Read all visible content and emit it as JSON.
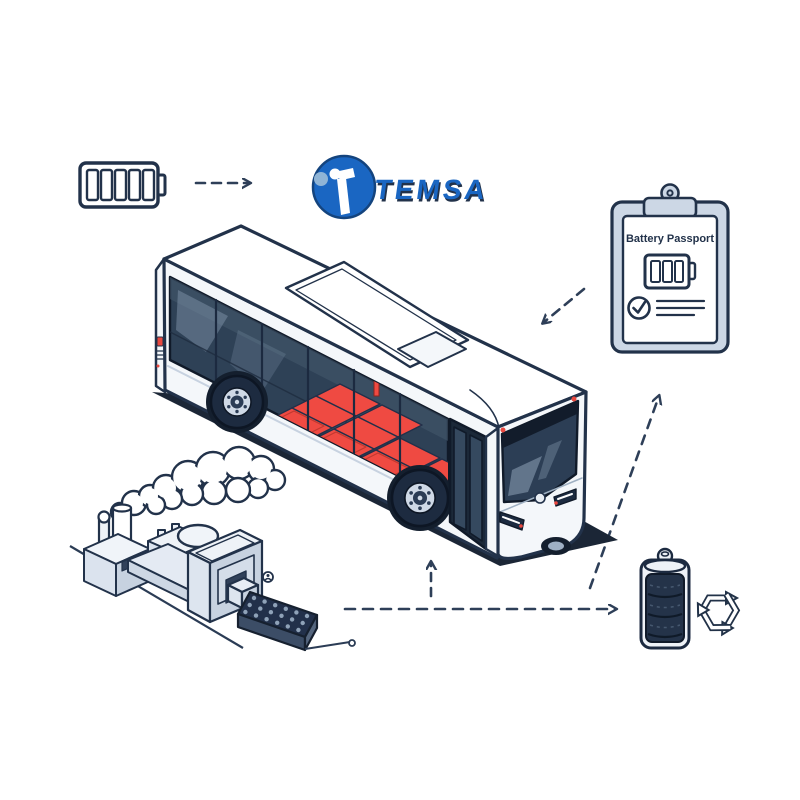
{
  "canvas": {
    "background": "#ffffff"
  },
  "colors": {
    "outline": "#22324a",
    "outline_dark": "#101a29",
    "panel": "#ccd7e5",
    "body": "#f4f7fa",
    "glass": "#2e4156",
    "battery_red": "#ef4a42",
    "temsa_blue": "#1a66c2",
    "dash": "#2e3f58",
    "accent_red": "#e8483f"
  },
  "temsa": {
    "wordmark": "TEMSA",
    "logo_icon": "temsa-globe-icon"
  },
  "clipboard": {
    "title": "Battery Passport",
    "icons": [
      "battery-icon",
      "check-circle-icon",
      "text-lines-icon"
    ]
  },
  "flow": {
    "nodes": [
      {
        "id": "battery-pack",
        "icon": "battery-pack-icon"
      },
      {
        "id": "temsa-brand",
        "icon": "temsa-logo"
      },
      {
        "id": "electric-bus",
        "icon": "electric-bus-illustration"
      },
      {
        "id": "battery-passport",
        "icon": "clipboard-illustration"
      },
      {
        "id": "factory",
        "icon": "factory-illustration"
      },
      {
        "id": "battery-cell",
        "icon": "battery-cell-icon"
      },
      {
        "id": "recycling",
        "icon": "recycle-icon"
      }
    ],
    "arrows": [
      {
        "id": "battery-pack-to-temsa",
        "style": "dashed",
        "direction": "right"
      },
      {
        "id": "passport-to-bus",
        "style": "dashed",
        "direction": "down-left"
      },
      {
        "id": "factory-to-battery-cell",
        "style": "dashed",
        "direction": "right"
      },
      {
        "id": "ground-to-bus",
        "style": "dashed",
        "direction": "up"
      },
      {
        "id": "battery-cell-to-passport",
        "style": "dashed",
        "direction": "up-right"
      }
    ]
  }
}
